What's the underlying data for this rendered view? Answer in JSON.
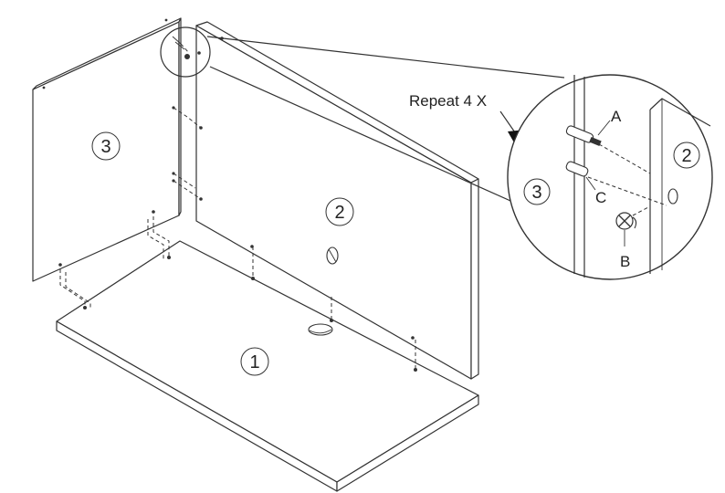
{
  "diagram": {
    "parts": [
      {
        "label": "1"
      },
      {
        "label": "2"
      },
      {
        "label": "3"
      }
    ],
    "callout": "Repeat 4 X",
    "detail": {
      "panel_right_label": "2",
      "panel_left_label": "3",
      "hardware": [
        {
          "letter": "A"
        },
        {
          "letter": "B"
        },
        {
          "letter": "C"
        }
      ]
    }
  }
}
